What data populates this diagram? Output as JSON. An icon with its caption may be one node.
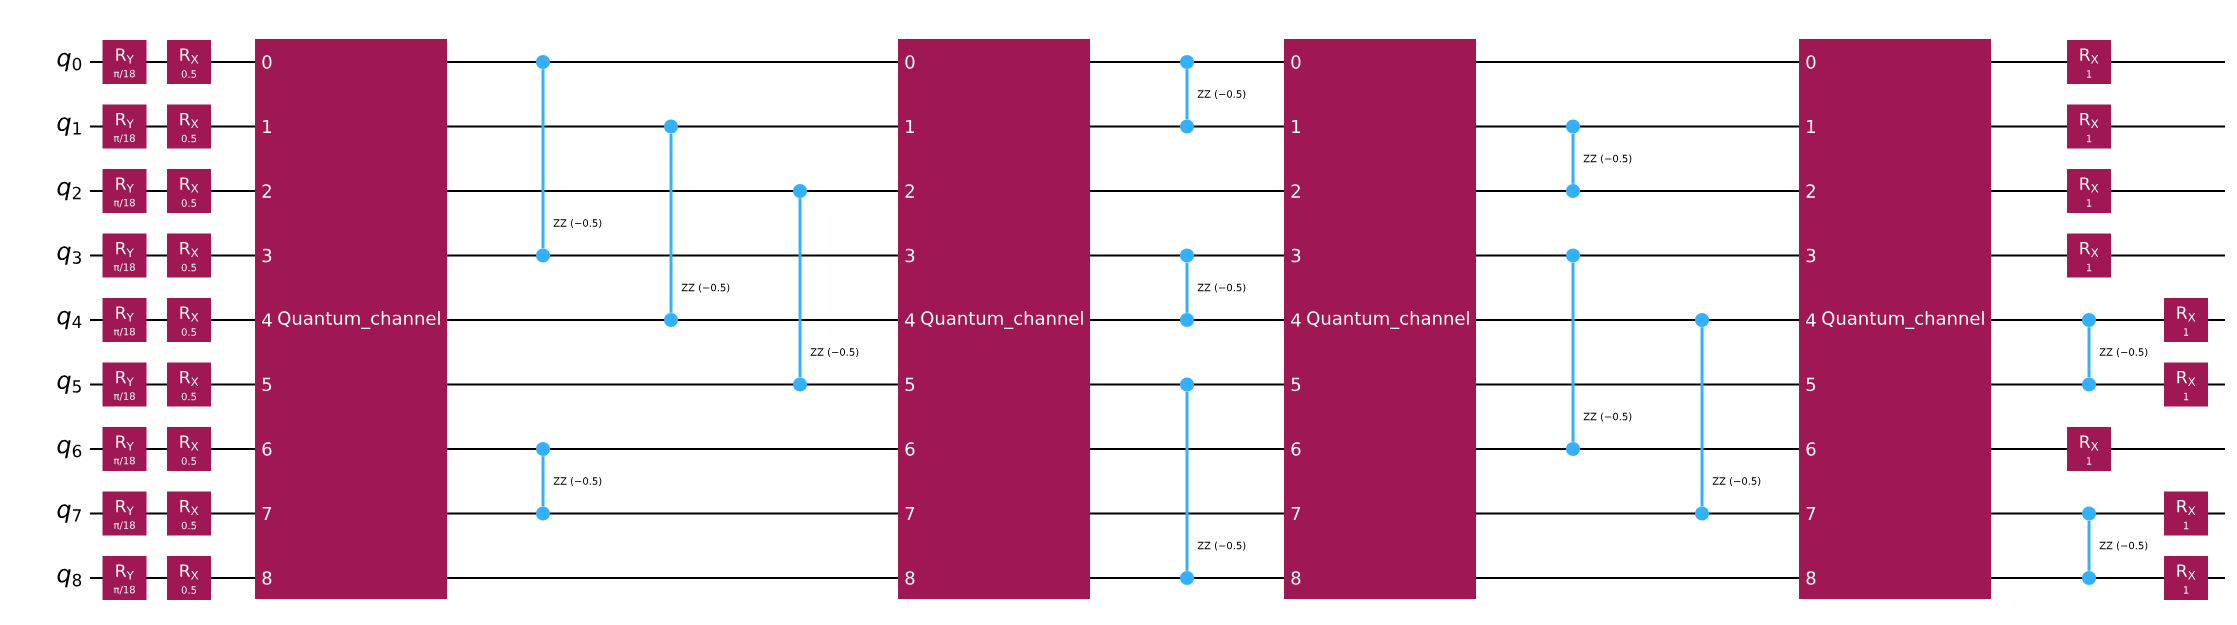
{
  "diagram": {
    "nodes": [
      {
        "text": [
          "R$_{Y}$",
          "π/18"
        ]
      },
      {
        "text": [
          "R$_{Y}$",
          "π/18"
        ]
      },
      {
        "text": [
          "R$_{Y}$",
          "π/18"
        ]
      },
      {
        "text": [
          "R$_{Y}$",
          "π/18"
        ]
      },
      {
        "text": [
          "R$_{Y}$",
          "π/18"
        ]
      },
      {
        "text": [
          "R$_{Y}$",
          "π/18"
        ]
      },
      {
        "text": [
          "R$_{Y}$",
          "π/18"
        ]
      },
      {
        "text": [
          "R$_{Y}$",
          "π/18"
        ]
      },
      {
        "text": [
          "R$_{Y}$",
          "π/18"
        ]
      },
      {
        "text": [
          "R$_{X}$",
          "0.5"
        ]
      },
      {
        "text": [
          "R$_{X}$",
          "0.5"
        ]
      },
      {
        "text": [
          "R$_{X}$",
          "0.5"
        ]
      },
      {
        "text": [
          "R$_{X}$",
          "0.5"
        ]
      },
      {
        "text": [
          "R$_{X}$",
          "0.5"
        ]
      },
      {
        "text": [
          "R$_{X}$",
          "0.5"
        ]
      },
      {
        "text": [
          "R$_{X}$",
          "0.5"
        ]
      },
      {
        "text": [
          "R$_{X}$",
          "0.5"
        ]
      },
      {
        "text": [
          "R$_{X}$",
          "0.5"
        ]
      },
      {
        "text": [
          "0",
          "1",
          "2",
          "3",
          "4",
          "Quantum_channel",
          "5",
          "6",
          "7",
          "8"
        ]
      },
      {
        "text": [],
        "shape": "circle"
      },
      {
        "text": [],
        "shape": "circle"
      },
      {
        "text": [],
        "shape": "circle"
      },
      {
        "text": [],
        "shape": "circle"
      },
      {
        "text": [],
        "shape": "circle"
      },
      {
        "text": [],
        "shape": "circle"
      },
      {
        "text": [],
        "shape": "circle"
      },
      {
        "text": [],
        "shape": "circle"
      },
      {
        "text": [
          "0",
          "1",
          "2",
          "3",
          "4",
          "Quantum_channel",
          "5",
          "6",
          "7",
          "8"
        ]
      },
      {
        "text": [],
        "shape": "circle"
      },
      {
        "text": [],
        "shape": "circle"
      },
      {
        "text": [],
        "shape": "circle"
      },
      {
        "text": [],
        "shape": "circle"
      },
      {
        "text": [],
        "shape": "circle"
      },
      {
        "text": [],
        "shape": "circle"
      },
      {
        "text": [
          "0",
          "1",
          "2",
          "3",
          "4",
          "Quantum_channel",
          "5",
          "6",
          "7",
          "8"
        ]
      },
      {
        "text": [],
        "shape": "circle"
      },
      {
        "text": [],
        "shape": "circle"
      },
      {
        "text": [],
        "shape": "circle"
      },
      {
        "text": [],
        "shape": "circle"
      },
      {
        "text": [],
        "shape": "circle"
      },
      {
        "text": [],
        "shape": "circle"
      },
      {
        "text": [
          "0",
          "1",
          "2",
          "3",
          "4",
          "Quantum_channel",
          "5",
          "6",
          "7",
          "8"
        ]
      },
      {
        "text": [
          "R$_{X}$",
          "1"
        ]
      },
      {
        "text": [
          "R$_{X}$",
          "1"
        ]
      },
      {
        "text": [
          "R$_{X}$",
          "1"
        ]
      },
      {
        "text": [
          "R$_{X}$",
          "1"
        ]
      },
      {
        "text": [],
        "shape": "circle"
      },
      {
        "text": [],
        "shape": "circle"
      },
      {
        "text": [
          "R$_{X}$",
          "1"
        ]
      },
      {
        "text": [],
        "shape": "circle"
      },
      {
        "text": [],
        "shape": "circle"
      },
      {
        "text": [
          "R$_{X}$",
          "1"
        ]
      },
      {
        "text": [
          "R$_{X}$",
          "1"
        ]
      },
      {
        "text": [
          "R$_{X}$",
          "1"
        ]
      },
      {
        "text": [
          "R$_{X}$",
          "1"
        ]
      }
    ],
    "edges": [
      {
        "from": 19,
        "to": 20,
        "arrow": "none",
        "label": "ZZ (−0.5)"
      },
      {
        "from": 21,
        "to": 22,
        "arrow": "none",
        "label": "ZZ (−0.5)"
      },
      {
        "from": 23,
        "to": 24,
        "arrow": "none",
        "label": "ZZ (−0.5)"
      },
      {
        "from": 25,
        "to": 26,
        "arrow": "none",
        "label": "ZZ (−0.5)"
      },
      {
        "from": 28,
        "to": 29,
        "arrow": "none",
        "label": "ZZ (−0.5)"
      },
      {
        "from": 30,
        "to": 31,
        "arrow": "none",
        "label": "ZZ (−0.5)"
      },
      {
        "from": 32,
        "to": 33,
        "arrow": "none",
        "label": "ZZ (−0.5)"
      },
      {
        "from": 35,
        "to": 36,
        "arrow": "none",
        "label": "ZZ (−0.5)"
      },
      {
        "from": 37,
        "to": 38,
        "arrow": "none",
        "label": "ZZ (−0.5)"
      },
      {
        "from": 39,
        "to": 40,
        "arrow": "none",
        "label": "ZZ (−0.5)"
      },
      {
        "from": 46,
        "to": 47,
        "arrow": "none",
        "label": "ZZ (−0.5)"
      },
      {
        "from": 49,
        "to": 50,
        "arrow": "none",
        "label": "ZZ (−0.5)"
      }
    ],
    "labels": [
      "*q*$_{0}$",
      "*q*$_{1}$",
      "*q*$_{2}$",
      "*q*$_{3}$",
      "*q*$_{4}$",
      "*q*$_{5}$",
      "*q*$_{6}$",
      "*q*$_{7}$",
      "*q*$_{8}$"
    ]
  }
}
